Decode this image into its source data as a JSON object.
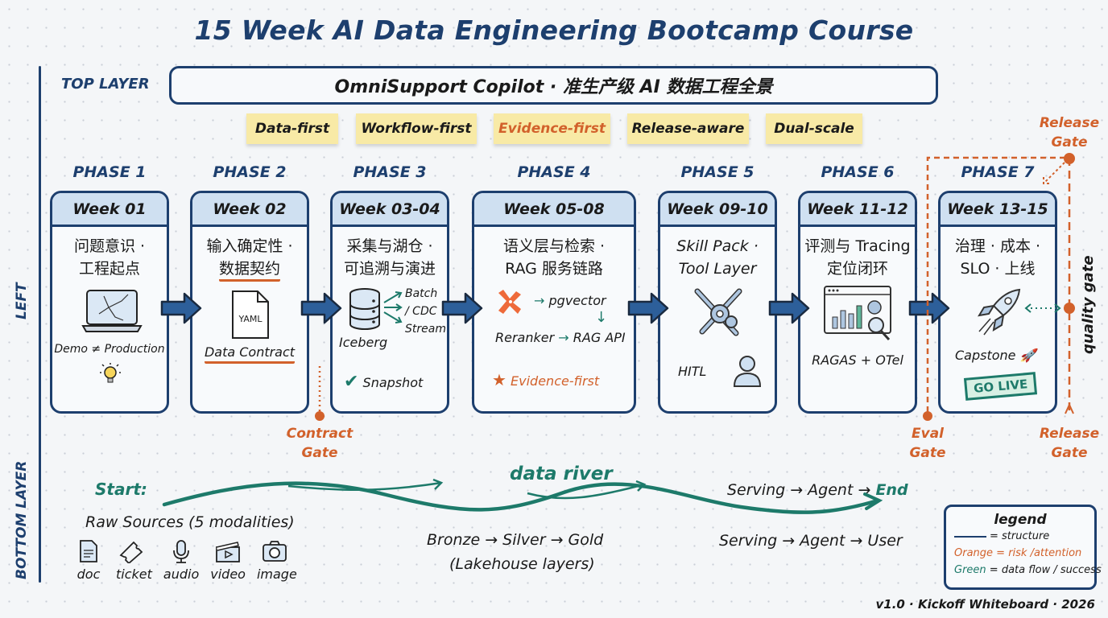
{
  "title": "15 Week AI Data Engineering Bootcamp Course",
  "rail_labels": {
    "top": "TOP LAYER",
    "left": "LEFT",
    "bottom": "BOTTOM LAYER"
  },
  "banner": "OmniSupport Copilot · 准生产级 AI 数据工程全景",
  "principles": [
    {
      "label": "Data-first",
      "accent": false
    },
    {
      "label": "Workflow-first",
      "accent": false
    },
    {
      "label": "Evidence-first",
      "accent": true
    },
    {
      "label": "Release-aware",
      "accent": false
    },
    {
      "label": "Dual-scale",
      "accent": false
    }
  ],
  "phases": [
    {
      "phase": "PHASE 1",
      "week": "Week 01",
      "line1": "问题意识 ·",
      "line2": "工程起点",
      "icon": "broken-laptop-icon",
      "caption": "Demo ≠ Production",
      "extra_icon": "lightbulb-icon"
    },
    {
      "phase": "PHASE 2",
      "week": "Week 02",
      "line1": "输入确定性 ·",
      "line2": "数据契约",
      "icon": "yaml-file-icon",
      "icon_text": "YAML",
      "caption": "Data Contract"
    },
    {
      "phase": "PHASE 3",
      "week": "Week 03-04",
      "line1": "采集与湖仓 ·",
      "line2": "可追溯与演进",
      "icon": "database-icon",
      "icon_caption": "Iceberg",
      "flows": [
        "Batch",
        "/ CDC",
        "Stream"
      ],
      "caption": "Snapshot"
    },
    {
      "phase": "PHASE 4",
      "week": "Week 05-08",
      "line1": "语义层与检索 ·",
      "line2": "RAG 服务链路",
      "pipeline": {
        "from": "pgvector",
        "reranker": "Reranker",
        "api": "RAG API"
      },
      "caption": "Evidence-first"
    },
    {
      "phase": "PHASE 5",
      "week": "Week 09-10",
      "line1": "Skill Pack ·",
      "line2": "Tool Layer",
      "icon": "tools-gears-icon",
      "caption": "HITL"
    },
    {
      "phase": "PHASE 6",
      "week": "Week 11-12",
      "line1": "评测与 Tracing",
      "line2": "定位闭环",
      "icon": "dashboard-magnifier-icon",
      "caption": "RAGAS + OTel"
    },
    {
      "phase": "PHASE 7",
      "week": "Week 13-15",
      "line1": "治理 · 成本 ·",
      "line2": "SLO · 上线",
      "icon": "rocket-icon",
      "caption": "Capstone 🚀",
      "stamp": "GO LIVE"
    }
  ],
  "gates": {
    "contract": [
      "Contract",
      "Gate"
    ],
    "eval": [
      "Eval",
      "Gate"
    ],
    "release_top": [
      "Release",
      "Gate"
    ],
    "release_bottom": [
      "Release",
      "Gate"
    ],
    "quality": "quality gate"
  },
  "bottom": {
    "start": "Start:",
    "raw_sources": "Raw Sources (5 modalities)",
    "sources": [
      {
        "label": "doc",
        "icon": "document-icon"
      },
      {
        "label": "ticket",
        "icon": "ticket-icon"
      },
      {
        "label": "audio",
        "icon": "microphone-icon"
      },
      {
        "label": "video",
        "icon": "clapperboard-icon"
      },
      {
        "label": "image",
        "icon": "camera-icon"
      }
    ],
    "river_label": "data river",
    "medallion": "Bronze → Silver → Gold",
    "medallion_note": "(Lakehouse layers)",
    "end_line": {
      "text": "Serving → Agent → ",
      "end": "End"
    },
    "serving_line": "Serving → Agent → User"
  },
  "legend": {
    "title": "legend",
    "structure": "= structure",
    "orange": "Orange = risk /attention",
    "green_word": "Green",
    "green_rest": "= data flow / success"
  },
  "footer": "v1.0 · Kickoff Whiteboard · 2026",
  "colors": {
    "navy": "#1d3f6e",
    "orange": "#d2612b",
    "green": "#1d7a6a",
    "sticky": "#f8eaa6",
    "card_head": "#cfe0f1"
  }
}
